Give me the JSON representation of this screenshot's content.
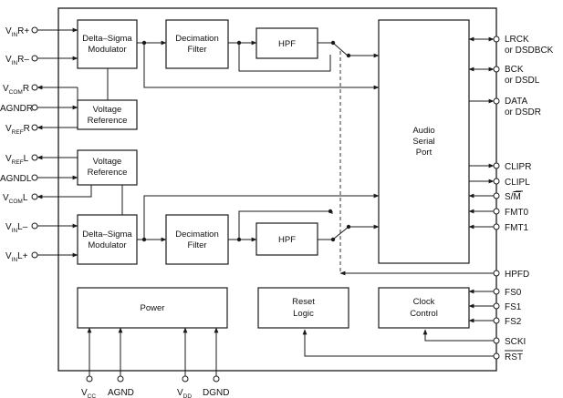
{
  "blocks": {
    "dsm_r": [
      "Delta–Sigma",
      "Modulator"
    ],
    "dec_r": [
      "Decimation",
      "Filter"
    ],
    "hpf_r": "HPF",
    "vref_r": [
      "Voltage",
      "Reference"
    ],
    "vref_l": [
      "Voltage",
      "Reference"
    ],
    "dsm_l": [
      "Delta–Sigma",
      "Modulator"
    ],
    "dec_l": [
      "Decimation",
      "Filter"
    ],
    "hpf_l": "HPF",
    "asp": [
      "Audio",
      "Serial",
      "Port"
    ],
    "power": "Power",
    "reset": [
      "Reset",
      "Logic"
    ],
    "clock": [
      "Clock",
      "Control"
    ]
  },
  "pins_left": {
    "vin_r_plus": {
      "main": "V",
      "sub": "IN",
      "suffix": "R+"
    },
    "vin_r_minus": {
      "main": "V",
      "sub": "IN",
      "suffix": "R–"
    },
    "vcom_r": {
      "main": "V",
      "sub": "COM",
      "suffix": "R"
    },
    "agnd_r": {
      "text": "AGNDR"
    },
    "vref_r": {
      "main": "V",
      "sub": "REF",
      "suffix": "R"
    },
    "vref_l": {
      "main": "V",
      "sub": "REF",
      "suffix": "L"
    },
    "agnd_l": {
      "text": "AGNDL"
    },
    "vcom_l": {
      "main": "V",
      "sub": "COM",
      "suffix": "L"
    },
    "vin_l_minus": {
      "main": "V",
      "sub": "IN",
      "suffix": "L–"
    },
    "vin_l_plus": {
      "main": "V",
      "sub": "IN",
      "suffix": "L+"
    }
  },
  "pins_right": {
    "lrck": [
      "LRCK",
      "or DSDBCK"
    ],
    "bck": [
      "BCK",
      "or DSDL"
    ],
    "data": [
      "DATA",
      "or DSDR"
    ],
    "clipr": "CLIPR",
    "clipl": "CLIPL",
    "sm": {
      "s": "S/",
      "m": "M"
    },
    "fmt0": "FMT0",
    "fmt1": "FMT1",
    "hpfd": "HPFD",
    "fs0": "FS0",
    "fs1": "FS1",
    "fs2": "FS2",
    "scki": "SCKI",
    "rst": "RST"
  },
  "pins_bottom": {
    "vcc": {
      "main": "V",
      "sub": "CC"
    },
    "agnd": {
      "text": "AGND"
    },
    "vdd": {
      "main": "V",
      "sub": "DD"
    },
    "dgnd": {
      "text": "DGND"
    }
  }
}
